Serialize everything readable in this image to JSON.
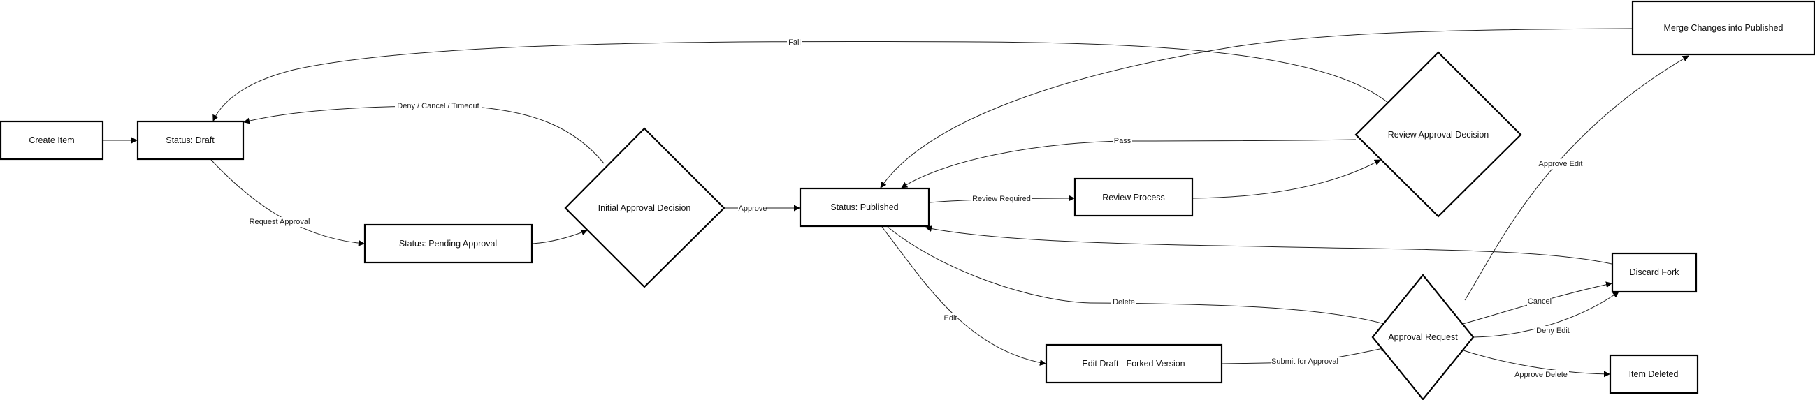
{
  "diagram": {
    "type": "flowchart",
    "nodes": [
      {
        "id": "create_item",
        "label": "Create Item",
        "shape": "rect"
      },
      {
        "id": "status_draft",
        "label": "Status: Draft",
        "shape": "rect"
      },
      {
        "id": "pending_approval",
        "label": "Status: Pending Approval",
        "shape": "rect"
      },
      {
        "id": "initial_decision",
        "label": "Initial Approval Decision",
        "shape": "diamond"
      },
      {
        "id": "status_published",
        "label": "Status: Published",
        "shape": "rect"
      },
      {
        "id": "review_process",
        "label": "Review Process",
        "shape": "rect"
      },
      {
        "id": "review_decision",
        "label": "Review Approval Decision",
        "shape": "diamond"
      },
      {
        "id": "merge_changes",
        "label": "Merge Changes into Published",
        "shape": "rect"
      },
      {
        "id": "edit_draft",
        "label": "Edit Draft - Forked Version",
        "shape": "rect"
      },
      {
        "id": "approval_request",
        "label": "Approval Request",
        "shape": "diamond"
      },
      {
        "id": "discard_fork",
        "label": "Discard Fork",
        "shape": "rect"
      },
      {
        "id": "item_deleted",
        "label": "Item Deleted",
        "shape": "rect"
      }
    ],
    "edges": [
      {
        "id": "e1",
        "from": "create_item",
        "to": "status_draft",
        "label": ""
      },
      {
        "id": "e2",
        "from": "status_draft",
        "to": "pending_approval",
        "label": "Request Approval"
      },
      {
        "id": "e3",
        "from": "pending_approval",
        "to": "initial_decision",
        "label": ""
      },
      {
        "id": "e4",
        "from": "initial_decision",
        "to": "status_draft",
        "label": "Deny / Cancel / Timeout"
      },
      {
        "id": "e5",
        "from": "initial_decision",
        "to": "status_published",
        "label": "Approve"
      },
      {
        "id": "e6",
        "from": "status_published",
        "to": "review_process",
        "label": "Review Required"
      },
      {
        "id": "e7",
        "from": "review_process",
        "to": "review_decision",
        "label": ""
      },
      {
        "id": "e8",
        "from": "review_decision",
        "to": "status_published",
        "label": "Pass"
      },
      {
        "id": "e9",
        "from": "review_decision",
        "to": "status_draft",
        "label": "Fail"
      },
      {
        "id": "e10",
        "from": "status_published",
        "to": "edit_draft",
        "label": "Edit"
      },
      {
        "id": "e11",
        "from": "status_published",
        "to": "approval_request",
        "label": "Delete"
      },
      {
        "id": "e12",
        "from": "edit_draft",
        "to": "approval_request",
        "label": "Submit for Approval"
      },
      {
        "id": "e13",
        "from": "approval_request",
        "to": "merge_changes",
        "label": "Approve Edit"
      },
      {
        "id": "e14",
        "from": "merge_changes",
        "to": "status_published",
        "label": ""
      },
      {
        "id": "e15",
        "from": "approval_request",
        "to": "discard_fork",
        "label": "Cancel"
      },
      {
        "id": "e16",
        "from": "approval_request",
        "to": "discard_fork",
        "label": "Deny Edit"
      },
      {
        "id": "e17",
        "from": "discard_fork",
        "to": "status_published",
        "label": ""
      },
      {
        "id": "e18",
        "from": "approval_request",
        "to": "item_deleted",
        "label": "Approve Delete"
      }
    ]
  }
}
